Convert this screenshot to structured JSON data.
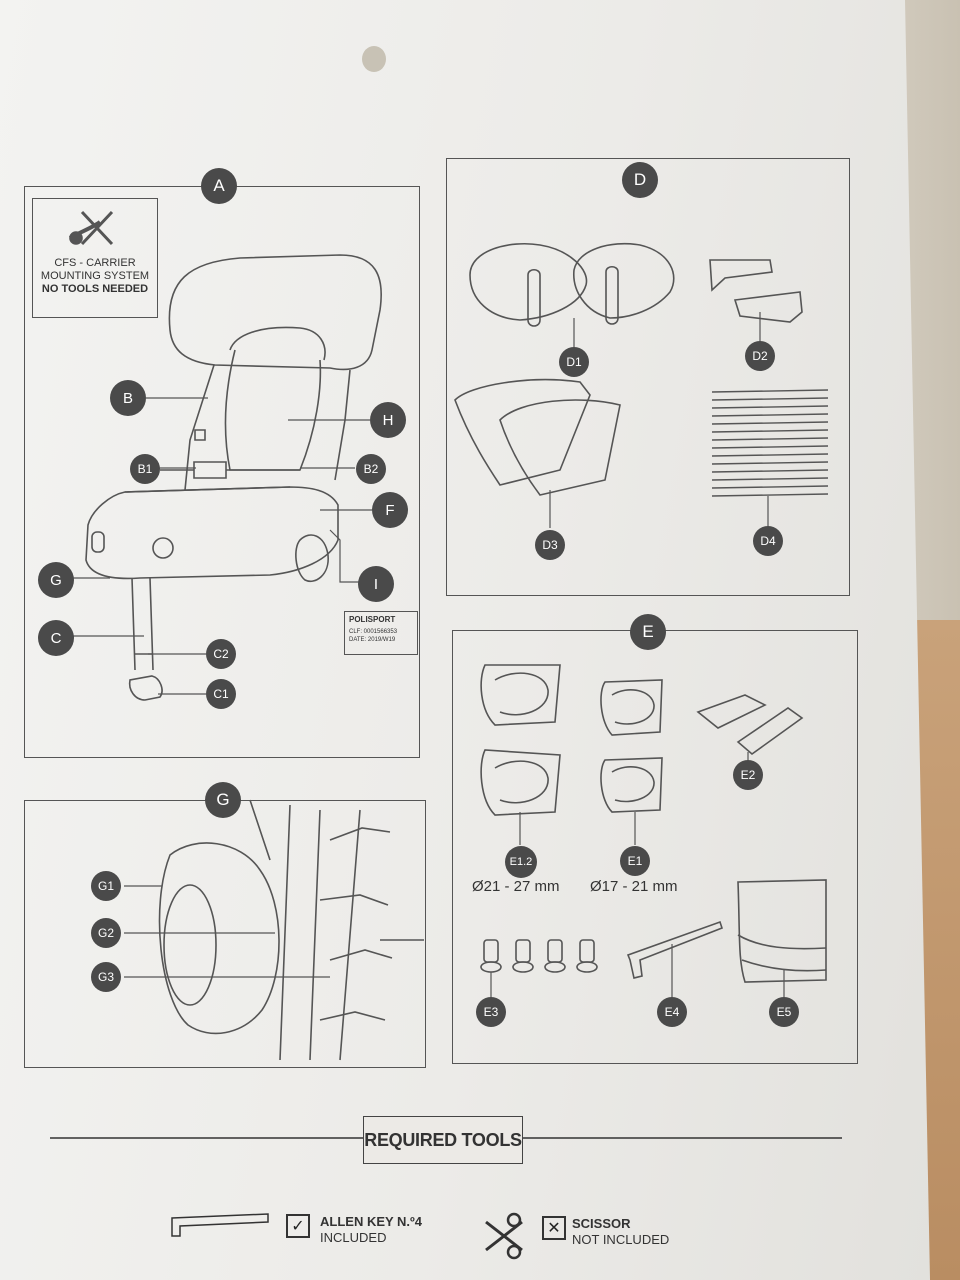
{
  "sections": {
    "A": "A",
    "D": "D",
    "E": "E",
    "G": "G"
  },
  "cfs_box": {
    "line1": "CFS - CARRIER",
    "line2": "MOUNTING SYSTEM",
    "line3": "NO TOOLS NEEDED"
  },
  "seat_labels": {
    "B": "B",
    "B1": "B1",
    "B2": "B2",
    "H": "H",
    "F": "F",
    "G": "G",
    "I": "I",
    "C": "C",
    "C2": "C2",
    "C1": "C1"
  },
  "sticker": {
    "brand": "POLISPORT",
    "code": "CLF: 0001566353",
    "date": "DATE: 2019/W19"
  },
  "parts_d": {
    "D1": "D1",
    "D2": "D2",
    "D3": "D3",
    "D4": "D4"
  },
  "parts_e": {
    "E1_2": "E1.2",
    "E1": "E1",
    "E2": "E2",
    "E3": "E3",
    "E4": "E4",
    "E5": "E5",
    "size_e1_2": "Ø21 - 27 mm",
    "size_e1": "Ø17 - 21 mm"
  },
  "parts_g": {
    "G1": "G1",
    "G2": "G2",
    "G3": "G3"
  },
  "required_tools": {
    "title": "REQUIRED TOOLS",
    "tool1_name": "ALLEN KEY N.º4",
    "tool1_status": "INCLUDED",
    "tool1_check": "✓",
    "tool2_name": "SCISSOR",
    "tool2_status": "NOT INCLUDED",
    "tool2_check": "✕"
  },
  "colors": {
    "badge": "#4a4a4a",
    "line": "#555555",
    "paper": "#efeeeb"
  }
}
